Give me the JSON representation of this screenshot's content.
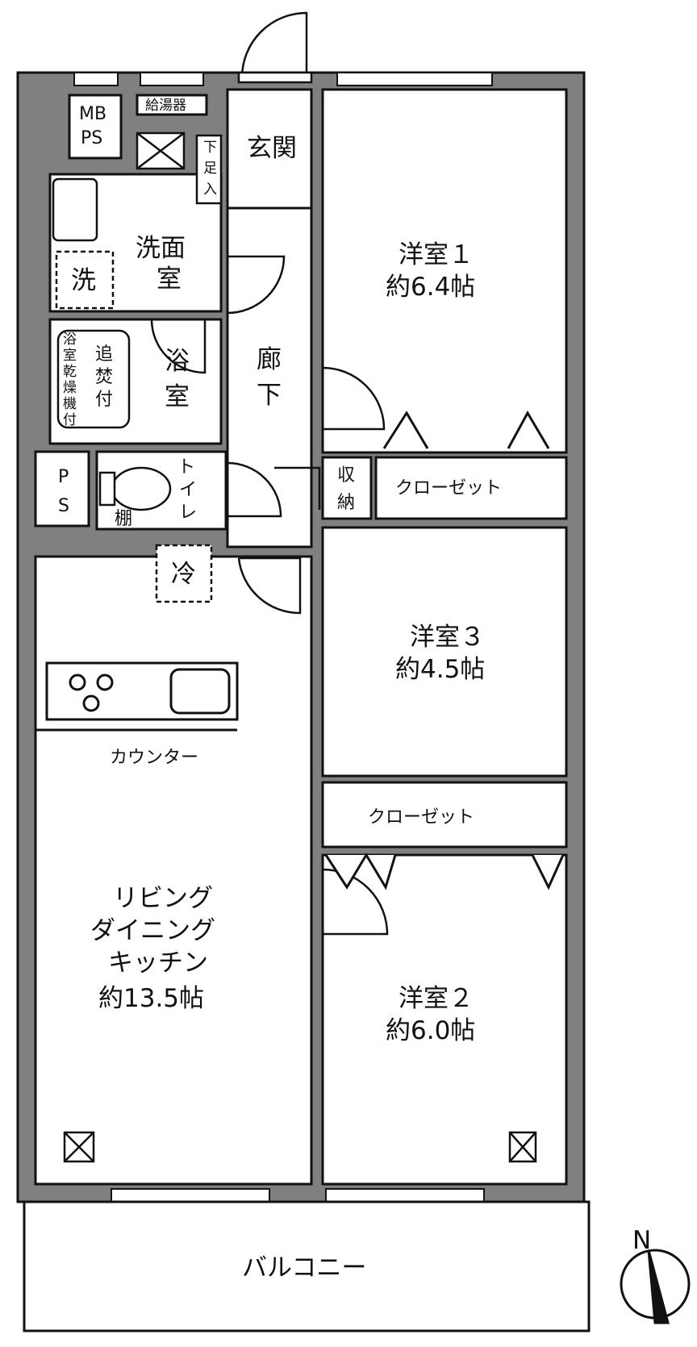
{
  "rooms": {
    "genkan": "玄関",
    "senmen_1": "洗面",
    "senmen_2": "室",
    "yokushitsu_1": "浴",
    "yokushitsu_2": "室",
    "rouka_1": "廊",
    "rouka_2": "下",
    "toilet_1": "ト",
    "toilet_2": "イ",
    "toilet_3": "レ",
    "tana": "棚",
    "washer": "洗",
    "fridge": "冷",
    "youshitsu1_name": "洋室１",
    "youshitsu1_size": "約6.4帖",
    "youshitsu3_name": "洋室３",
    "youshitsu3_size": "約4.5帖",
    "youshitsu2_name": "洋室２",
    "youshitsu2_size": "約6.0帖",
    "ldk_1": "リビング",
    "ldk_2": "ダイニング",
    "ldk_3": "キッチン",
    "ldk_size": "約13.5帖",
    "closet_1": "クローゼット",
    "closet_2": "クローゼット",
    "shuunou_1": "収",
    "shuunou_2": "納",
    "counter": "カウンター",
    "balcony": "バルコニー"
  },
  "equipment": {
    "mbps_1": "MB",
    "mbps_2": "PS",
    "ps_1": "P",
    "ps_2": "S",
    "kyutoki": "給湯器",
    "gesokuire_1": "下",
    "gesokuire_2": "足",
    "gesokuire_3": "入",
    "dryer": [
      "浴",
      "室",
      "乾",
      "燥",
      "機",
      "付"
    ],
    "oidaki": [
      "追",
      "焚",
      "付"
    ]
  },
  "compass": {
    "label": "N"
  },
  "colors": {
    "wall": "#808080",
    "line": "#111111",
    "floor": "#ffffff"
  }
}
